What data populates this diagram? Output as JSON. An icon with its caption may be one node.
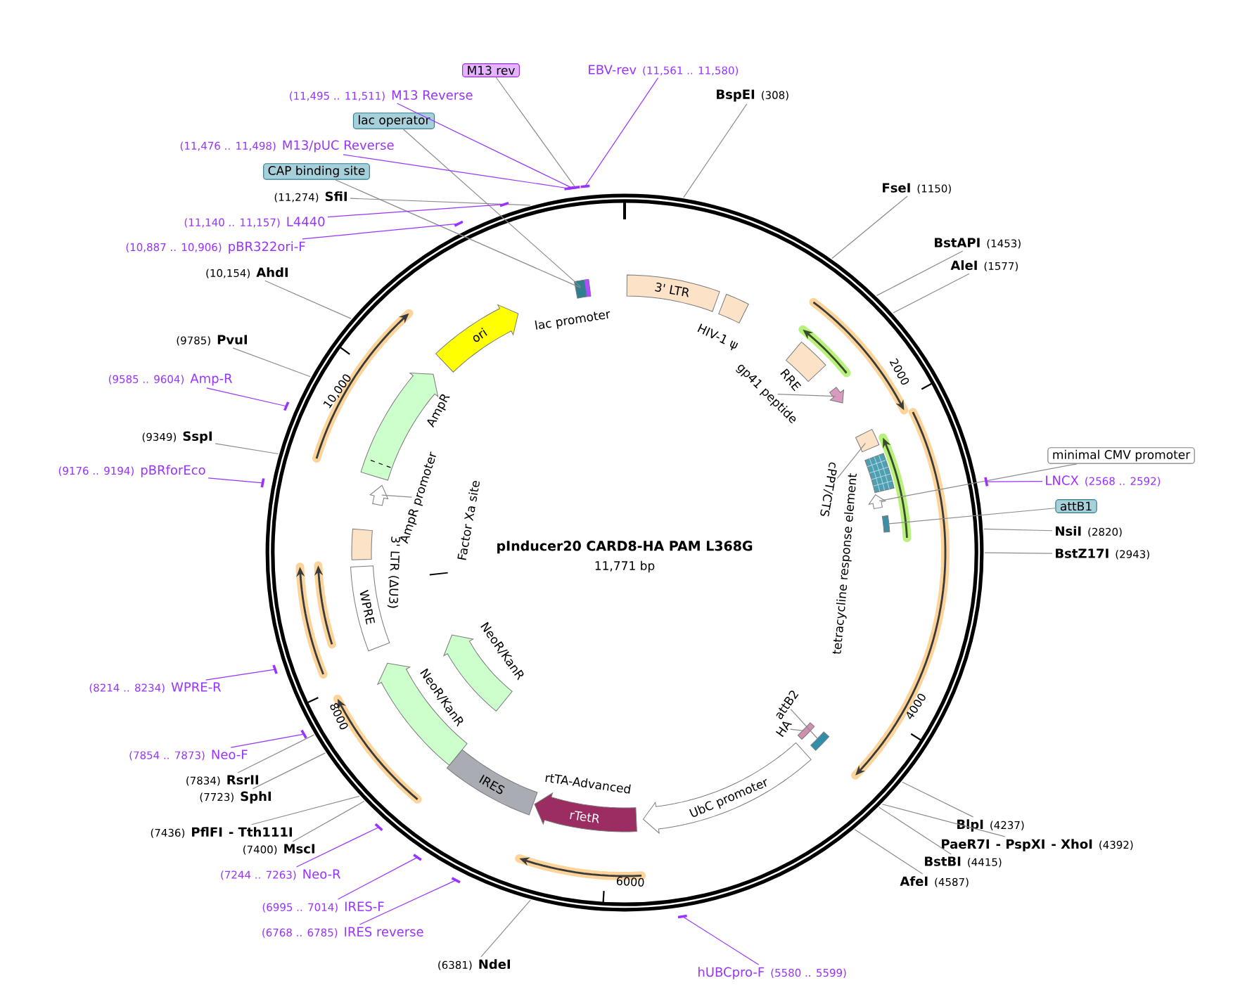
{
  "diagram": {
    "title": "pInducer20 CARD8-HA PAM L368G",
    "nodes": [
      {
        "text": [
          "3' LTR"
        ]
      },
      {
        "text": [],
        "shape": "box",
        "beside": [
          "HIV-1 ψ"
        ]
      },
      {
        "text": [],
        "shape": "box",
        "beside": [
          "RRE"
        ]
      },
      {
        "text": [],
        "shape": "arrow"
      },
      {
        "text": [
          "gp41 peptide"
        ]
      },
      {
        "text": [],
        "shape": "box"
      },
      {
        "text": [
          "cPPT/CTS"
        ]
      },
      {
        "text": [],
        "shape": "box"
      },
      {
        "text": [],
        "shape": "arrow"
      },
      {
        "text": [],
        "shape": "box"
      },
      {
        "text": [],
        "shape": "box"
      },
      {
        "text": [
          "attB2"
        ]
      },
      {
        "text": [],
        "shape": "box"
      },
      {
        "text": [
          "HA"
        ]
      },
      {
        "text": [
          "UbC promoter"
        ]
      },
      {
        "text": [
          "rTetR"
        ],
        "beside": [
          "rtTA-Advanced"
        ]
      },
      {
        "text": [
          "IRES"
        ]
      },
      {
        "text": [],
        "shape": "arrow",
        "beside": [
          "NeoR/KanR"
        ]
      },
      {
        "text": [],
        "shape": "arrow",
        "beside": [
          "NeoR/KanR"
        ]
      },
      {
        "text": [
          "WPRE"
        ]
      },
      {
        "text": [],
        "shape": "box"
      },
      {
        "text": [],
        "shape": "bar"
      },
      {
        "text": [],
        "shape": "arrow"
      },
      {
        "text": [
          "AmpR promoter"
        ]
      },
      {
        "text": [],
        "shape": "arrow",
        "beside": [
          "AmpR"
        ]
      },
      {
        "text": [
          "ori"
        ]
      },
      {
        "text": [],
        "shape": "box",
        "beside": [
          "lac promoter"
        ]
      },
      {
        "text": [
          "M13 rev"
        ]
      },
      {
        "text": [
          "EBV-rev",
          "(11,561 .. 11,580)"
        ]
      },
      {
        "text": [
          "BspEI",
          "(308)"
        ]
      },
      {
        "text": [
          "(11,495 .. 11,511)",
          "M13 Reverse"
        ]
      },
      {
        "text": [
          "lac operator"
        ]
      },
      {
        "text": [
          "(11,476 .. 11,498)",
          "M13/pUC Reverse"
        ]
      },
      {
        "text": [
          "CAP binding site"
        ]
      },
      {
        "text": [
          "(11,274)",
          "SfiI"
        ]
      },
      {
        "text": [
          "(11,140 .. 11,157)",
          "L4440"
        ]
      },
      {
        "text": [
          "(10,887 .. 10,906)",
          "pBR322ori-F"
        ]
      },
      {
        "text": [
          "(10,154)",
          "AhdI"
        ]
      },
      {
        "text": [
          "(9785)",
          "PvuI"
        ]
      },
      {
        "text": [
          "(9585 .. 9604)",
          "Amp-R"
        ]
      },
      {
        "text": [
          "(9349)",
          "SspI"
        ]
      },
      {
        "text": [
          "(9176 .. 9194)",
          "pBRforEco"
        ]
      },
      {
        "text": [
          "(8214 .. 8234)",
          "WPRE-R"
        ]
      },
      {
        "text": [
          "(7854 .. 7873)",
          "Neo-F"
        ]
      },
      {
        "text": [
          "(7834)",
          "RsrII"
        ]
      },
      {
        "text": [
          "(7723)",
          "SphI"
        ]
      },
      {
        "text": [
          "(7436)",
          "PflFI",
          "- Tth111I"
        ]
      },
      {
        "text": [
          "(7400)",
          "MscI"
        ]
      },
      {
        "text": [
          "(7244 .. 7263)",
          "Neo-R"
        ]
      },
      {
        "text": [
          "(6995 .. 7014)",
          "IRES-F"
        ]
      },
      {
        "text": [
          "(6768 .. 6785)",
          "IRES reverse"
        ]
      },
      {
        "text": [
          "(6381)",
          "NdeI"
        ]
      },
      {
        "text": [
          "hUBCpro-F",
          "(5580 .. 5599)"
        ]
      },
      {
        "text": [
          "AfeI",
          "(4587)"
        ]
      },
      {
        "text": [
          "BstBI",
          "(4415)"
        ]
      },
      {
        "text": [
          "PaeR7I",
          "- PspXI",
          "- XhoI",
          "(4392)"
        ]
      },
      {
        "text": [
          "BlpI",
          "(4237)"
        ]
      },
      {
        "text": [
          "BstZ17I",
          "(2943)"
        ]
      },
      {
        "text": [
          "NsiI",
          "(2820)"
        ]
      },
      {
        "text": [
          "attB1"
        ]
      },
      {
        "text": [
          "LNCX",
          "(2568 .. 2592)"
        ]
      },
      {
        "text": [
          "minimal CMV promoter"
        ]
      },
      {
        "text": [
          "AleI",
          "(1577)"
        ]
      },
      {
        "text": [
          "BstAPI",
          "(1453)"
        ]
      },
      {
        "text": [
          "FseI",
          "(1150)"
        ]
      }
    ],
    "edges": [
      {
        "from": 4,
        "to": 3,
        "arrow": "none"
      },
      {
        "from": 6,
        "to": 5,
        "arrow": "none"
      },
      {
        "from": 11,
        "to": 10,
        "arrow": "none"
      },
      {
        "from": 13,
        "to": 12,
        "arrow": "none"
      },
      {
        "from": 23,
        "to": 22,
        "arrow": "none"
      },
      {
        "from": 31,
        "to": 26,
        "arrow": "none"
      },
      {
        "from": 33,
        "to": 26,
        "arrow": "none"
      },
      {
        "from": 59,
        "to": 9,
        "arrow": "none"
      },
      {
        "from": 61,
        "to": 8,
        "arrow": "none"
      },
      {
        "from": 27,
        "to": null,
        "arrow": "none"
      },
      {
        "from": 28,
        "to": null,
        "arrow": "none",
        "color": "#9933ff"
      },
      {
        "from": 29,
        "to": null,
        "arrow": "none"
      },
      {
        "from": 30,
        "to": null,
        "arrow": "none",
        "color": "#9933ff"
      },
      {
        "from": 32,
        "to": null,
        "arrow": "none",
        "color": "#9933ff"
      },
      {
        "from": 34,
        "to": null,
        "arrow": "none"
      },
      {
        "from": 35,
        "to": null,
        "arrow": "none",
        "color": "#9933ff"
      },
      {
        "from": 36,
        "to": null,
        "arrow": "none",
        "color": "#9933ff"
      },
      {
        "from": 37,
        "to": null,
        "arrow": "none"
      },
      {
        "from": 38,
        "to": null,
        "arrow": "none"
      },
      {
        "from": 39,
        "to": null,
        "arrow": "none",
        "color": "#9933ff"
      },
      {
        "from": 40,
        "to": null,
        "arrow": "none"
      },
      {
        "from": 41,
        "to": null,
        "arrow": "none",
        "color": "#9933ff"
      },
      {
        "from": 42,
        "to": null,
        "arrow": "none",
        "color": "#9933ff"
      },
      {
        "from": 43,
        "to": null,
        "arrow": "none",
        "color": "#9933ff"
      },
      {
        "from": 44,
        "to": null,
        "arrow": "none"
      },
      {
        "from": 45,
        "to": null,
        "arrow": "none"
      },
      {
        "from": 46,
        "to": null,
        "arrow": "none"
      },
      {
        "from": 47,
        "to": null,
        "arrow": "none"
      },
      {
        "from": 48,
        "to": null,
        "arrow": "none",
        "color": "#9933ff"
      },
      {
        "from": 49,
        "to": null,
        "arrow": "none",
        "color": "#9933ff"
      },
      {
        "from": 50,
        "to": null,
        "arrow": "none",
        "color": "#9933ff"
      },
      {
        "from": 51,
        "to": null,
        "arrow": "none"
      },
      {
        "from": 52,
        "to": null,
        "arrow": "none",
        "color": "#9933ff"
      },
      {
        "from": 53,
        "to": null,
        "arrow": "none"
      },
      {
        "from": 54,
        "to": null,
        "arrow": "none"
      },
      {
        "from": 55,
        "to": null,
        "arrow": "none"
      },
      {
        "from": 56,
        "to": null,
        "arrow": "none"
      },
      {
        "from": 57,
        "to": null,
        "arrow": "none"
      },
      {
        "from": 58,
        "to": null,
        "arrow": "none"
      },
      {
        "from": 60,
        "to": null,
        "arrow": "none",
        "color": "#9933ff"
      },
      {
        "from": 62,
        "to": null,
        "arrow": "none"
      },
      {
        "from": 63,
        "to": null,
        "arrow": "none"
      },
      {
        "from": 64,
        "to": null,
        "arrow": "none"
      }
    ],
    "labels": [
      "11,771 bp",
      "2000",
      "4000",
      "6000",
      "8000",
      "10,000",
      "tetracycline response element",
      "3' LTR (ΔU3)",
      "Factor Xa site"
    ]
  }
}
